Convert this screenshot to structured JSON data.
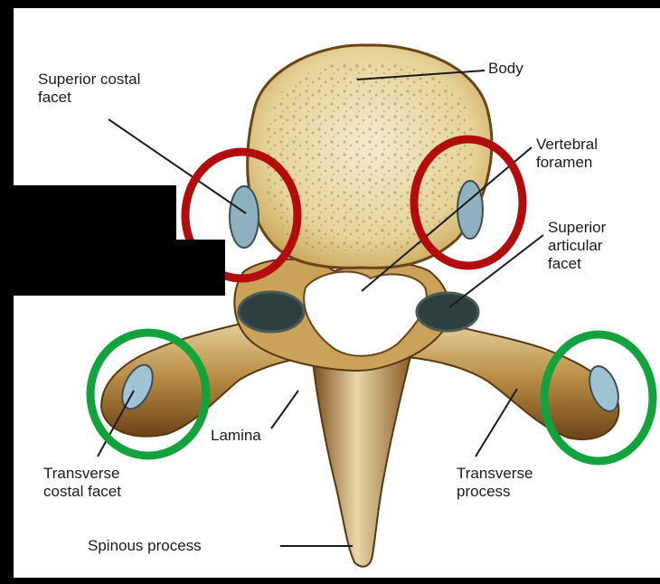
{
  "labels": {
    "superior_costal_facet": "Superior costal\nfacet",
    "body": "Body",
    "vertebral_foramen": "Vertebral\nforamen",
    "superior_articular_facet": "Superior\narticular\nfacet",
    "lamina": "Lamina",
    "transverse_costal_facet": "Transverse\ncostal facet",
    "transverse_process": "Transverse\nprocess",
    "spinous_process": "Spinous process"
  },
  "annotations": {
    "highlight_red": "#b30c0c",
    "highlight_green": "#12a33c",
    "redaction_color": "#000000"
  },
  "icons": [
    "vertebra-illustration"
  ]
}
